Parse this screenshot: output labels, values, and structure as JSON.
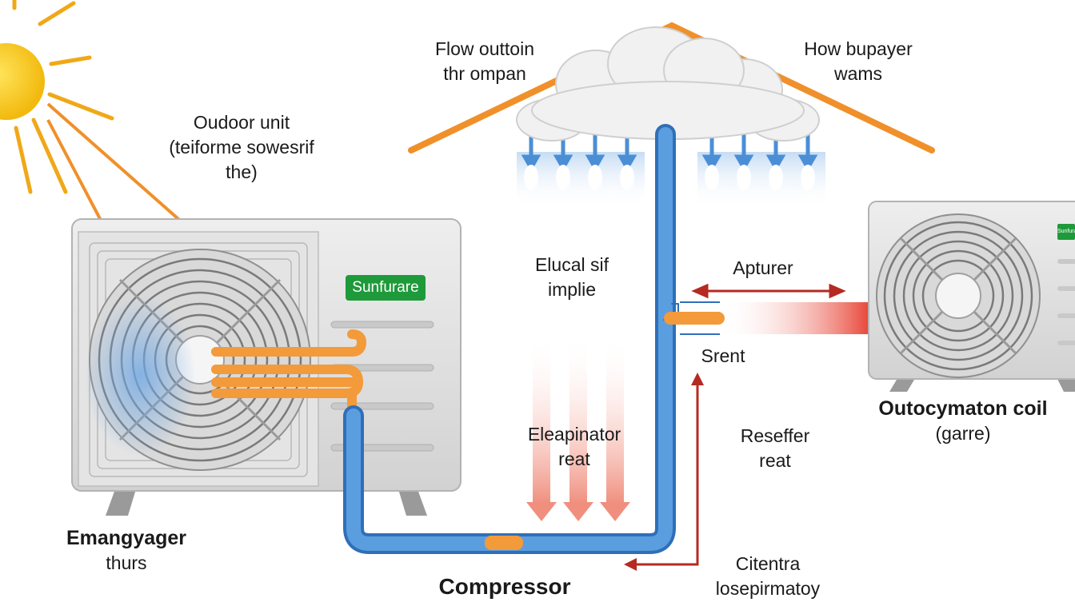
{
  "labels": {
    "flow_outtion": {
      "line1": "Flow outtoin",
      "line2": "thr ompan"
    },
    "how_bupayer": {
      "line1": "How bupayer",
      "line2": "wams"
    },
    "outdoor_unit": {
      "line1": "Oudoor unit",
      "line2": "(teiforme sowesrif",
      "line3": "the)"
    },
    "elucal": {
      "line1": "Elucal sif",
      "line2": "implie"
    },
    "apturer": "Apturer",
    "srent": "Srent",
    "outocymaton": {
      "line1": "Outocymaton coil",
      "line2": "(garre)"
    },
    "eleapinator": {
      "line1": "Eleapinator",
      "line2": "reat"
    },
    "reseffer": {
      "line1": "Reseffer",
      "line2": "reat"
    },
    "emangyager": {
      "line1": "Emangyager",
      "line2": "thurs"
    },
    "compressor": "Compressor",
    "citentra": {
      "line1": "Citentra",
      "line2": "losepirmatoy"
    }
  },
  "units": {
    "left_brand": "Sunfurare",
    "right_brand": "Sunfurare"
  },
  "colors": {
    "sun": "#f7c21a",
    "sun_rays": "#f0a818",
    "roof": "#f0902a",
    "pipe_blue": "#4a8fd6",
    "pipe_orange": "#f39a3a",
    "red_arrow": "#b52a22",
    "brand_green": "#1e9a3a",
    "unit_gray": "#dcdcdc"
  }
}
